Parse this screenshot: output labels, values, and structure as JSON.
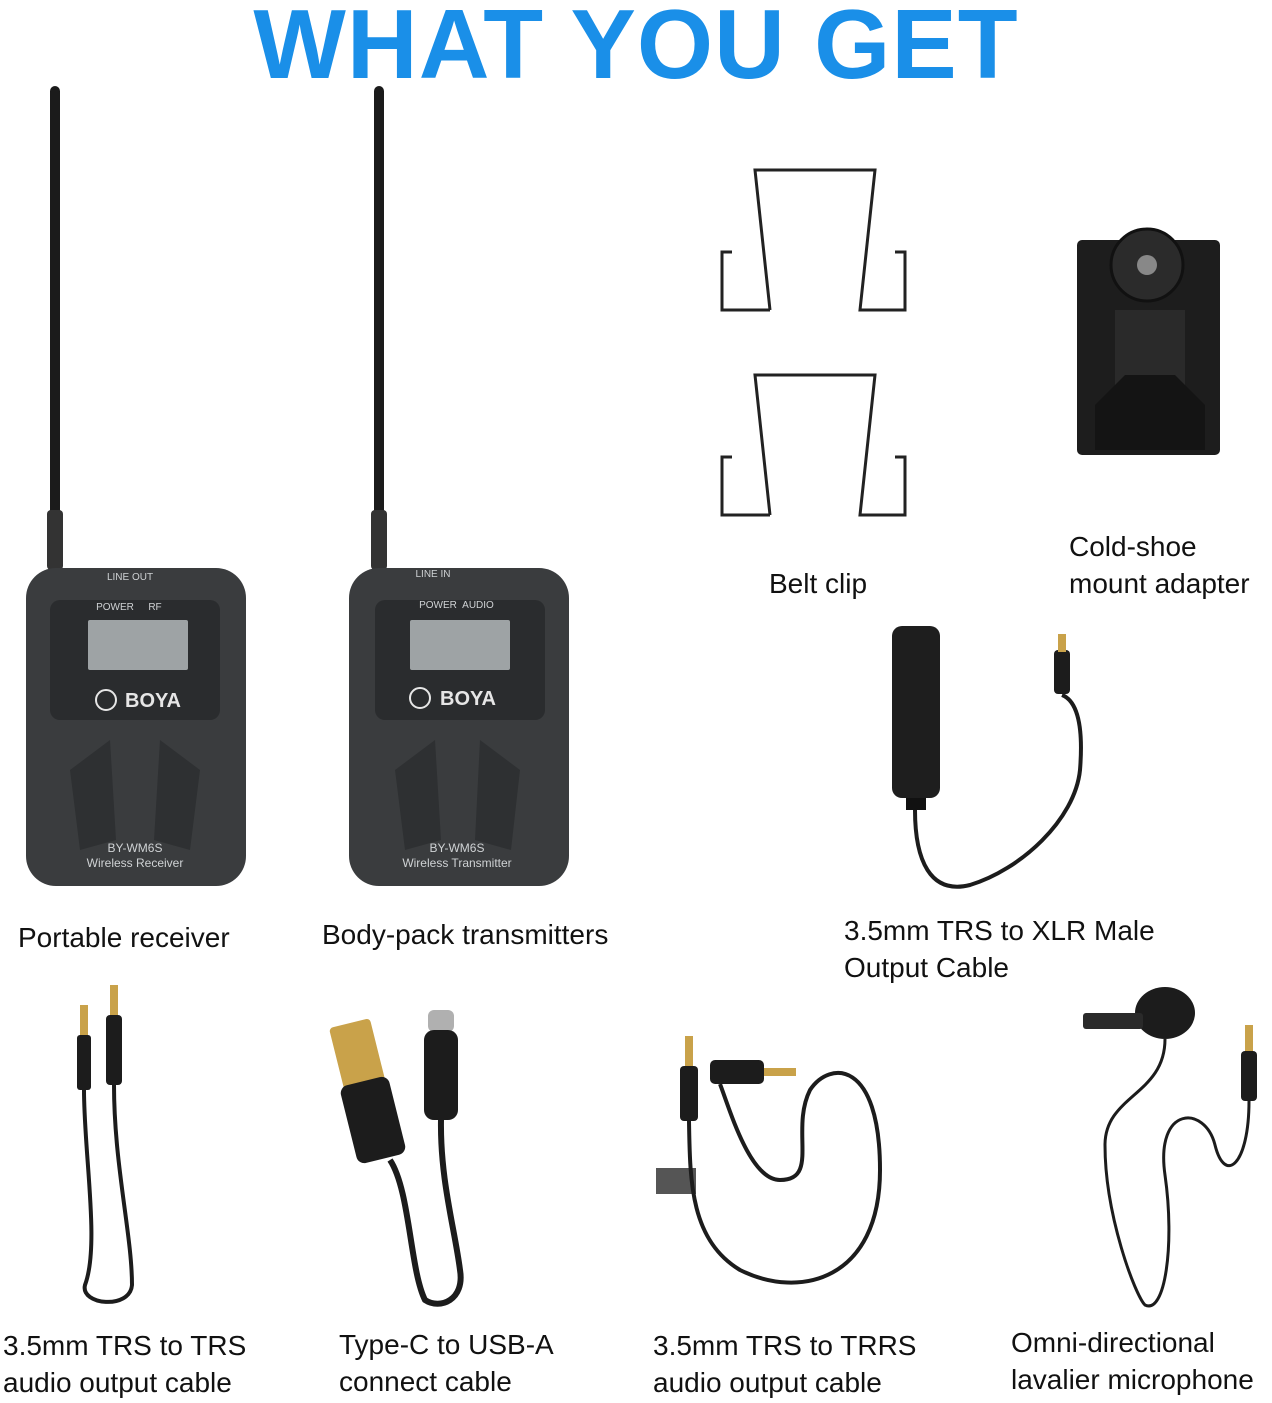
{
  "header": {
    "title": "WHAT YOU GET",
    "color": "#1a8fe8"
  },
  "devices": {
    "receiver": {
      "brand": "BOYA",
      "model": "BY-WM6S",
      "type": "Wireless Receiver",
      "jack_label": "LINE OUT",
      "led_labels": [
        "POWER",
        "RF"
      ]
    },
    "transmitter": {
      "brand": "BOYA",
      "model": "BY-WM6S",
      "type": "Wireless Transmitter",
      "jack_label": "LINE IN",
      "led_labels": [
        "POWER",
        "AUDIO"
      ]
    }
  },
  "items": {
    "receiver": [
      "Portable receiver"
    ],
    "transmitter": [
      "Body-pack transmitters"
    ],
    "belt_clip": [
      "Belt clip"
    ],
    "cold_shoe": [
      "Cold-shoe",
      "mount adapter"
    ],
    "xlr_cable": [
      "3.5mm TRS to XLR Male",
      "Output Cable"
    ],
    "trs_cable": [
      "3.5mm TRS to TRS",
      "audio output cable"
    ],
    "usb_cable": [
      "Type-C to USB-A",
      "connect cable"
    ],
    "trrs_cable": [
      "3.5mm TRS to TRRS",
      "audio output cable"
    ],
    "lav_mic": [
      "Omni-directional",
      "lavalier microphone"
    ]
  }
}
